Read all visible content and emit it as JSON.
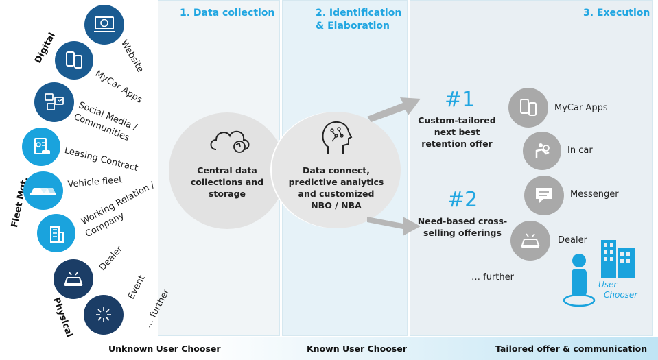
{
  "phases": {
    "p1": "1. Data collection",
    "p2_line1": "2. Identification",
    "p2_line2": "& Elaboration",
    "p3": "3. Execution"
  },
  "groups": {
    "digital": "Digital",
    "fleet": "Fleet Mgt.",
    "physical": "Physical"
  },
  "sources": {
    "website": "Website",
    "mycar_apps": "MyCar Apps",
    "social_1": "Social Media /",
    "social_2": "Communities",
    "leasing": "Leasing Contract",
    "vehicle_fleet": "Vehicle fleet",
    "working_1": "Working Relation /",
    "working_2": "Company",
    "dealer": "Dealer",
    "event": "Event",
    "further": "… further"
  },
  "central": {
    "line1": "Central data",
    "line2": "collections and",
    "line3": "storage"
  },
  "analytics": {
    "line1": "Data connect,",
    "line2": "predictive analytics",
    "line3": "and customized",
    "line4": "NBO / NBA"
  },
  "offers": {
    "o1_num": "#1",
    "o1_line1": "Custom-tailored",
    "o1_line2": "next best",
    "o1_line3": "retention offer",
    "o2_num": "#2",
    "o2_line1": "Need-based cross-",
    "o2_line2": "selling offerings"
  },
  "channels": {
    "mycar_apps": "MyCar Apps",
    "in_car": "In car",
    "messenger": "Messenger",
    "dealer": "Dealer",
    "further": "… further"
  },
  "user": {
    "line1": "User",
    "line2": "Chooser"
  },
  "bottom": {
    "unknown": "Unknown User Chooser",
    "known": "Known User Chooser",
    "tailored": "Tailored offer & communication"
  },
  "colors": {
    "accent": "#21a6e1",
    "dark_blue": "#1a5b91",
    "cyan": "#1aa3dd",
    "navy": "#1b3d66",
    "grey_icon": "#a9a9a9"
  }
}
